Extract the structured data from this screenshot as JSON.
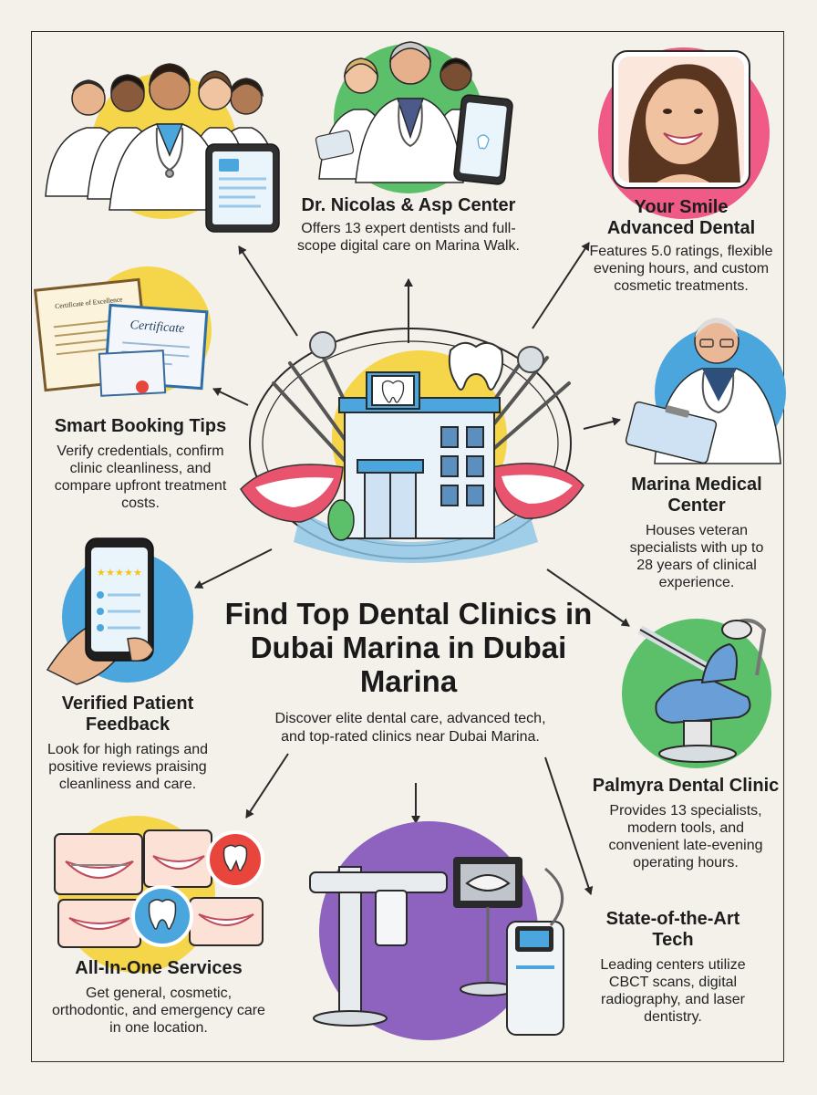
{
  "title": "Find Top Dental Clinics in Dubai Marina in Dubai Marina",
  "subtitle": "Discover elite dental care, advanced tech, and top-rated clinics near Dubai Marina.",
  "colors": {
    "background": "#f4f1ea",
    "green": "#5cc06a",
    "pink": "#ef5a86",
    "yellow": "#f5d54a",
    "blue": "#4aa6dc",
    "purple": "#8e63c0",
    "red": "#e8453c"
  },
  "nodes": {
    "nicolas": {
      "title": "Dr. Nicolas & Asp Center",
      "desc": "Offers 13 expert dentists and full-scope digital care on Marina Walk."
    },
    "your_smile": {
      "title": "Your Smile Advanced Dental",
      "desc": "Features 5.0 ratings, flexible evening hours, and custom cosmetic treatments."
    },
    "booking": {
      "title": "Smart Booking Tips",
      "desc": "Verify credentials, confirm clinic cleanliness, and compare upfront treatment costs."
    },
    "marina_medical": {
      "title": "Marina Medical Center",
      "desc": "Houses veteran specialists with up to 28 years of clinical experience."
    },
    "feedback": {
      "title": "Verified Patient Feedback",
      "desc": "Look for high ratings and positive reviews praising cleanliness and care."
    },
    "palmyra": {
      "title": "Palmyra Dental Clinic",
      "desc": "Provides 13 specialists, modern tools, and convenient late-evening operating hours."
    },
    "services": {
      "title": "All-In-One Services",
      "desc": "Get general, cosmetic, orthodontic, and emergency care in one location."
    },
    "tech": {
      "title": "State-of-the-Art Tech",
      "desc": "Leading centers utilize CBCT scans, digital radiography, and laser dentistry."
    }
  },
  "certificates": {
    "big": "Certificate of Excellence",
    "middle": "Certificate"
  },
  "rating_stars": 5,
  "icons": [
    "tooth-icon",
    "broken-tooth-icon",
    "star-icon",
    "stethoscope-icon",
    "tablet-icon",
    "clipboard-icon",
    "phone-icon"
  ]
}
